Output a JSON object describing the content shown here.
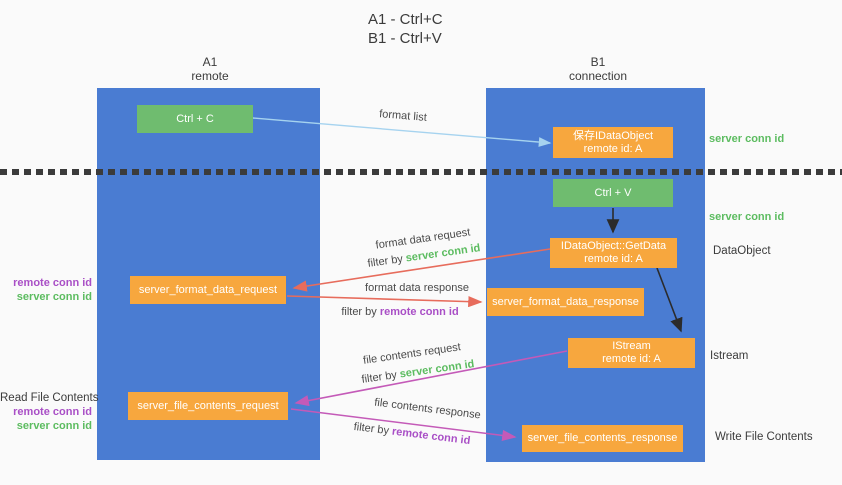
{
  "title": {
    "line1": "A1 - Ctrl+C",
    "line2": "B1 - Ctrl+V"
  },
  "lanes": {
    "left": {
      "name": "A1",
      "sub": "remote"
    },
    "right": {
      "name": "B1",
      "sub": "connection"
    }
  },
  "nodes": {
    "ctrl_c": {
      "label": "Ctrl + C"
    },
    "ctrl_v": {
      "label": "Ctrl + V"
    },
    "save_dataobject": {
      "line1": "保存IDataObject",
      "line2": "remote id: A"
    },
    "getdata": {
      "line1": "IDataObject::GetData",
      "line2": "remote id: A"
    },
    "istream": {
      "line1": "IStream",
      "line2": "remote id: A"
    },
    "format_request": {
      "label": "server_format_data_request"
    },
    "format_response": {
      "label": "server_format_data_response"
    },
    "file_request": {
      "label": "server_file_contents_request"
    },
    "file_response": {
      "label": "server_file_contents_response"
    }
  },
  "labels": {
    "format_list": "format list",
    "format_data_request": "format data request",
    "format_data_response": "format data response",
    "file_contents_request": "file contents request",
    "file_contents_response": "file contents response",
    "filter_by": "filter by",
    "server_conn_id": "server conn id",
    "remote_conn_id": "remote conn id",
    "dataobject": "DataObject",
    "istream": "Istream",
    "read_file_contents": "Read File Contents",
    "write_file_contents": "Write File Contents"
  },
  "colors": {
    "background": "#fafafa",
    "lane_blue": "#4a7cd2",
    "node_orange": "#f7a73e",
    "node_green": "#6fbc6f",
    "text_dark": "#3b3b3b",
    "text_green": "#5cbc60",
    "text_purple": "#a94fc6",
    "arrow_light_blue": "#a6d3ef",
    "arrow_red": "#e76c5c",
    "arrow_magenta": "#c45ab8",
    "arrow_black": "#2b2b2b",
    "divider": "#3b3b3b"
  }
}
